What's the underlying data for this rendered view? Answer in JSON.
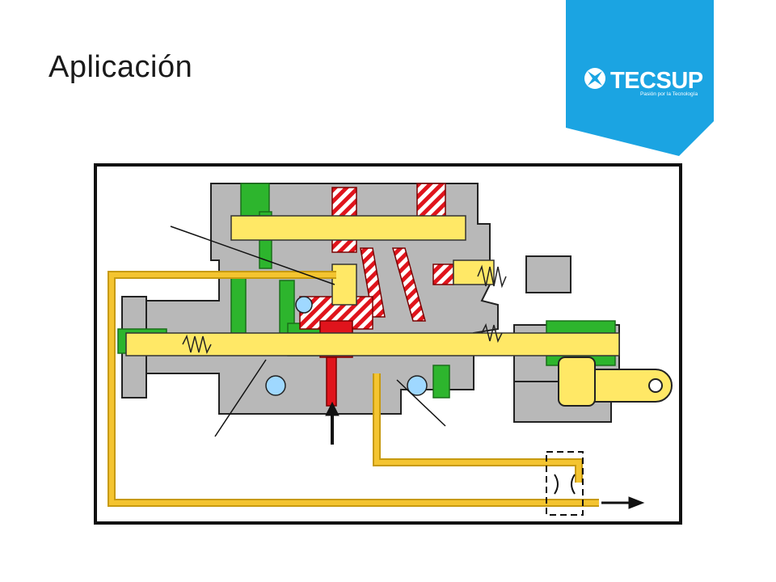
{
  "slide": {
    "title": "Aplicación"
  },
  "logo": {
    "name": "TECSUP",
    "tagline": "Pasión por la Tecnología",
    "badge_color": "#1ba4e2"
  },
  "diagram": {
    "description_colors": {
      "pilot_oil": "#f4c430",
      "tank_return": "#2db52d",
      "pump_pressure": "#e0141c",
      "spool": "#ffe866",
      "body": "#b8b8b8"
    },
    "icons": [
      "relief-valve-icon",
      "restrictor-icon",
      "pump-inlet-arrow-icon",
      "outlet-arrow-icon"
    ]
  }
}
